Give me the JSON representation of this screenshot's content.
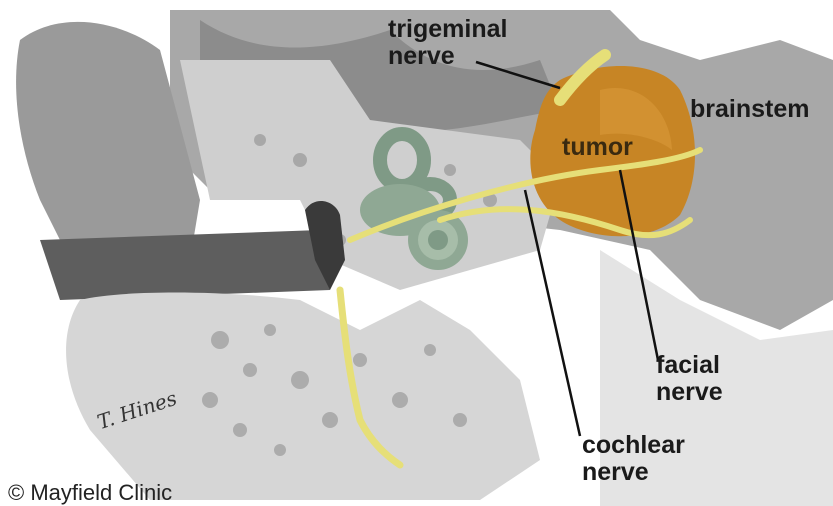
{
  "labels": {
    "trigeminal_line1": "trigeminal",
    "trigeminal_line2": "nerve",
    "brainstem": "brainstem",
    "tumor": "tumor",
    "facial_line1": "facial",
    "facial_line2": "nerve",
    "cochlear_line1": "cochlear",
    "cochlear_line2": "nerve"
  },
  "credit": "© Mayfield Clinic",
  "signature": "T. Hines",
  "colors": {
    "tumor": "#c78525",
    "nerve": "#e6df78",
    "bone": "#d9d9d9",
    "inner_ear": "#8fa894",
    "tissue": "#bdbdbd"
  }
}
